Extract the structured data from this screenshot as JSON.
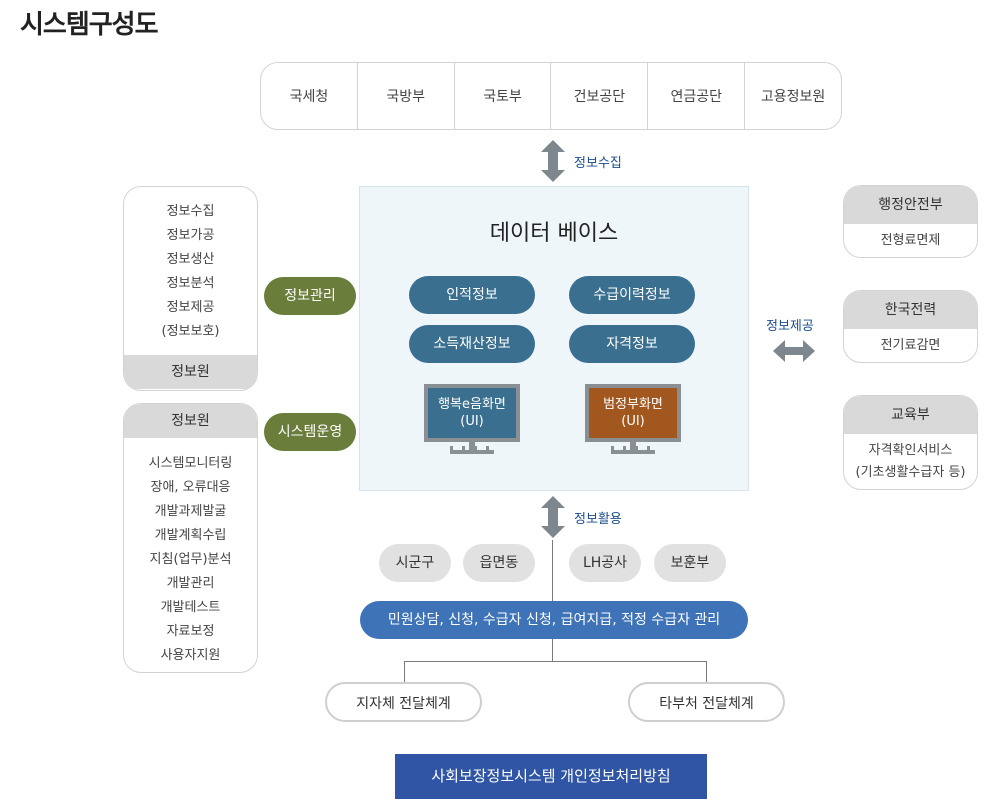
{
  "page_title": "시스템구성도",
  "agencies": [
    "국세청",
    "국방부",
    "국토부",
    "건보공단",
    "연금공단",
    "고용정보원"
  ],
  "labels": {
    "collect": "정보수집",
    "provide": "정보제공",
    "utilize": "정보활용"
  },
  "left_top_panel": {
    "items": [
      "정보수집",
      "정보가공",
      "정보생산",
      "정보분석",
      "정보제공",
      "(정보보호)"
    ],
    "footer": "정보원"
  },
  "left_bottom_panel": {
    "header": "정보원",
    "items": [
      "시스템모니터링",
      "장애, 오류대응",
      "개발과제발굴",
      "개발계획수립",
      "지침(업무)분석",
      "개발관리",
      "개발테스트",
      "자료보정",
      "사용자지원"
    ]
  },
  "side_pills": {
    "info_management": "정보관리",
    "system_operation": "시스템운영"
  },
  "database": {
    "title": "데이터 베이스",
    "items": [
      "인적정보",
      "수급이력정보",
      "소득재산정보",
      "자격정보"
    ],
    "screens": [
      {
        "line1": "행복e음화면",
        "line2": "(UI)",
        "color": "#3a6f8f"
      },
      {
        "line1": "범정부화면",
        "line2": "(UI)",
        "color": "#a2571f"
      }
    ]
  },
  "right_panels": [
    {
      "header": "행정안전부",
      "lines": [
        "전형료면제"
      ]
    },
    {
      "header": "한국전력",
      "lines": [
        "전기료감면"
      ]
    },
    {
      "header": "교육부",
      "lines": [
        "자격확인서비스",
        "(기초생활수급자 등)"
      ]
    }
  ],
  "local_units": [
    "시군구",
    "읍면동",
    "LH공사",
    "보훈부"
  ],
  "service_bar": "민원상담, 신청, 수급자 신청, 급여지급, 적정 수급자 관리",
  "delivery": [
    "지자체 전달체계",
    "타부처 전달체계"
  ],
  "policy_button": "사회보장정보시스템 개인정보처리방침",
  "colors": {
    "green_pill": "#6b7d3a",
    "db_pill": "#3a6f8f",
    "service_bar": "#3e73b8",
    "policy_button": "#2f55a4",
    "arrow": "#7f878e"
  }
}
